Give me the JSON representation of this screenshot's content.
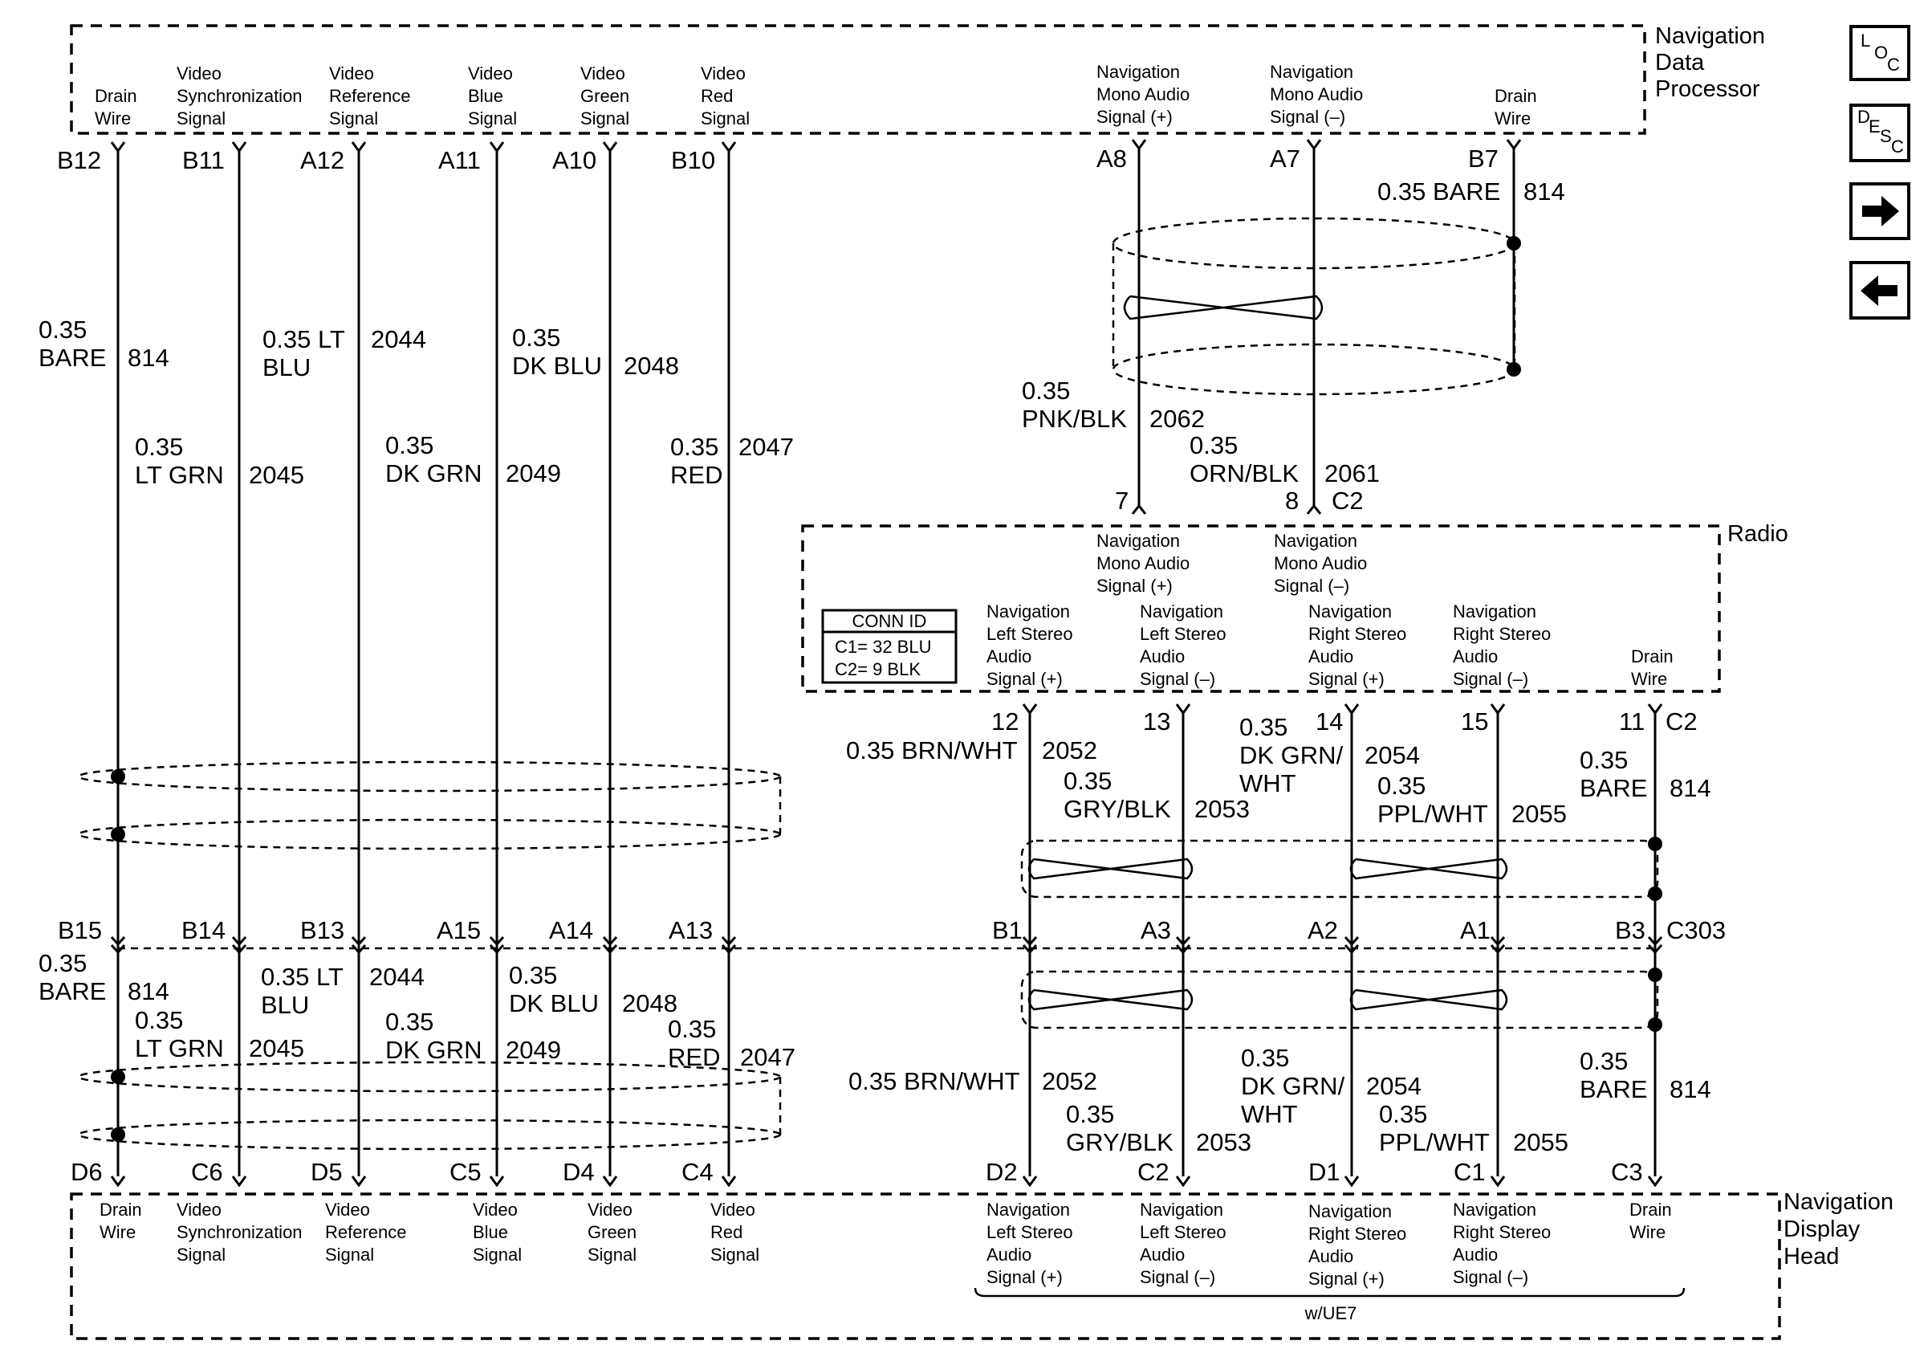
{
  "modules": {
    "ndp_title": [
      "Navigation",
      "Data",
      "Processor"
    ],
    "radio_title": "Radio",
    "ndh_title": [
      "Navigation",
      "Display",
      "Head"
    ]
  },
  "ndp_signals": [
    [
      "Drain",
      "Wire"
    ],
    [
      "Video",
      "Synchronization",
      "Signal"
    ],
    [
      "Video",
      "Reference",
      "Signal"
    ],
    [
      "Video",
      "Blue",
      "Signal"
    ],
    [
      "Video",
      "Green",
      "Signal"
    ],
    [
      "Video",
      "Red",
      "Signal"
    ],
    [
      "Navigation",
      "Mono Audio",
      "Signal (+)"
    ],
    [
      "Navigation",
      "Mono Audio",
      "Signal (–)"
    ],
    [
      "Drain",
      "Wire"
    ]
  ],
  "ndp_pins": [
    "B12",
    "B11",
    "A12",
    "A11",
    "A10",
    "B10",
    "A8",
    "A7",
    "B7"
  ],
  "left_wires_upper": [
    [
      "0.35",
      "BARE",
      "814"
    ],
    [
      "0.35",
      "LT GRN",
      "2045"
    ],
    [
      "0.35 LT",
      "BLU",
      "2044"
    ],
    [
      "0.35",
      "DK GRN",
      "2049"
    ],
    [
      "0.35",
      "DK BLU",
      "2048"
    ],
    [
      "0.35",
      "RED",
      "2047"
    ]
  ],
  "mono_wires": {
    "drain": [
      "0.35 BARE",
      "814"
    ],
    "plus": [
      "0.35",
      "PNK/BLK",
      "2062"
    ],
    "minus": [
      "0.35",
      "ORN/BLK",
      "2061"
    ],
    "pins": [
      "7",
      "8",
      "C2"
    ]
  },
  "radio_mono_signals": [
    [
      "Navigation",
      "Mono Audio",
      "Signal (+)"
    ],
    [
      "Navigation",
      "Mono Audio",
      "Signal (–)"
    ]
  ],
  "conn_id": {
    "title": "CONN ID",
    "c1": "C1= 32 BLU",
    "c2": "C2= 9 BLK"
  },
  "radio_stereo_signals": [
    [
      "Navigation",
      "Left Stereo",
      "Audio",
      "Signal (+)"
    ],
    [
      "Navigation",
      "Left Stereo",
      "Audio",
      "Signal (–)"
    ],
    [
      "Navigation",
      "Right Stereo",
      "Audio",
      "Signal (+)"
    ],
    [
      "Navigation",
      "Right Stereo",
      "Audio",
      "Signal (–)"
    ],
    [
      "Drain",
      "Wire"
    ]
  ],
  "radio_pins": [
    "12",
    "13",
    "14",
    "15",
    "11",
    "C2"
  ],
  "right_wires_upper": [
    [
      "0.35 BRN/WHT",
      "2052"
    ],
    [
      "0.35",
      "GRY/BLK",
      "2053"
    ],
    [
      "0.35",
      "DK GRN/",
      "WHT",
      "2054"
    ],
    [
      "0.35",
      "PPL/WHT",
      "2055"
    ],
    [
      "0.35",
      "BARE",
      "814"
    ]
  ],
  "c303": {
    "left_upper": [
      "B15",
      "B14",
      "B13",
      "A15",
      "A14",
      "A13"
    ],
    "right_upper": [
      "B1",
      "A3",
      "A2",
      "A1",
      "B3"
    ],
    "name": "C303"
  },
  "left_wires_lower": [
    [
      "0.35",
      "BARE",
      "814"
    ],
    [
      "0.35",
      "LT GRN",
      "2045"
    ],
    [
      "0.35 LT",
      "BLU",
      "2044"
    ],
    [
      "0.35",
      "DK GRN",
      "2049"
    ],
    [
      "0.35",
      "DK BLU",
      "2048"
    ],
    [
      "0.35",
      "RED",
      "2047"
    ]
  ],
  "right_wires_lower": [
    [
      "0.35 BRN/WHT",
      "2052"
    ],
    [
      "0.35",
      "GRY/BLK",
      "2053"
    ],
    [
      "0.35",
      "DK GRN/",
      "WHT",
      "2054"
    ],
    [
      "0.35",
      "PPL/WHT",
      "2055"
    ],
    [
      "0.35",
      "BARE",
      "814"
    ]
  ],
  "ndh_pins": [
    "D6",
    "C6",
    "D5",
    "C5",
    "D4",
    "C4",
    "D2",
    "C2",
    "D1",
    "C1",
    "C3"
  ],
  "ndh_signals": [
    [
      "Drain",
      "Wire"
    ],
    [
      "Video",
      "Synchronization",
      "Signal"
    ],
    [
      "Video",
      "Reference",
      "Signal"
    ],
    [
      "Video",
      "Blue",
      "Signal"
    ],
    [
      "Video",
      "Green",
      "Signal"
    ],
    [
      "Video",
      "Red",
      "Signal"
    ],
    [
      "Navigation",
      "Left Stereo",
      "Audio",
      "Signal (+)"
    ],
    [
      "Navigation",
      "Left Stereo",
      "Audio",
      "Signal (–)"
    ],
    [
      "Navigation",
      "Right Stereo",
      "Audio",
      "Signal (+)"
    ],
    [
      "Navigation",
      "Right Stereo",
      "Audio",
      "Signal (–)"
    ],
    [
      "Drain",
      "Wire"
    ]
  ],
  "option_label": "w/UE7",
  "nav_buttons": {
    "loc": [
      "L",
      "O",
      "C"
    ],
    "desc": [
      "D",
      "E",
      "S",
      "C"
    ],
    "next_icon": "arrow-right",
    "prev_icon": "arrow-left"
  }
}
